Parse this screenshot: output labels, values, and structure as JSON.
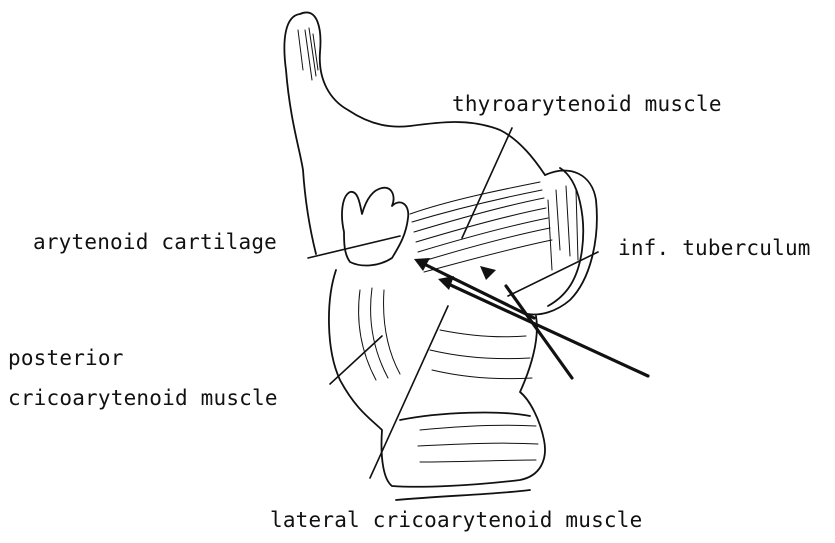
{
  "labels": {
    "thyroarytenoid": "thyroarytenoid muscle",
    "arytenoid_cartilage": "arytenoid cartilage",
    "inf_tuberculum": "inf. tuberculum",
    "posterior": "posterior",
    "posterior_cont": "cricoarytenoid muscle",
    "lateral": "lateral cricoarytenoid muscle"
  }
}
